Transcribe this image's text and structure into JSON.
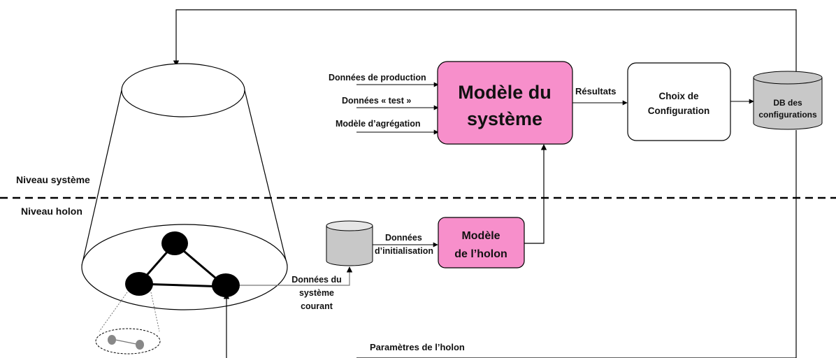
{
  "levels": {
    "system": "Niveau système",
    "holon": "Niveau holon"
  },
  "inputs": {
    "production": "Données de production",
    "test": "Données « test »",
    "aggregation": "Modèle d’agrégation"
  },
  "system_model": {
    "line1": "Modèle du",
    "line2": "système"
  },
  "results": "Résultats",
  "choice": {
    "line1": "Choix de",
    "line2": "Configuration"
  },
  "db_configs": {
    "line1": "DB des",
    "line2": "configurations"
  },
  "holon_model": {
    "line1": "Modèle",
    "line2": "de l’holon"
  },
  "init_data": {
    "line1": "Données",
    "line2": "d’initialisation"
  },
  "current_data": {
    "line1": "Données du",
    "line2": "système",
    "line3": "courant"
  },
  "holon_params": "Paramètres de l’holon",
  "colors": {
    "pink": "#f78fcb",
    "db_gray": "#c8c8c8",
    "stroke": "#000000"
  }
}
